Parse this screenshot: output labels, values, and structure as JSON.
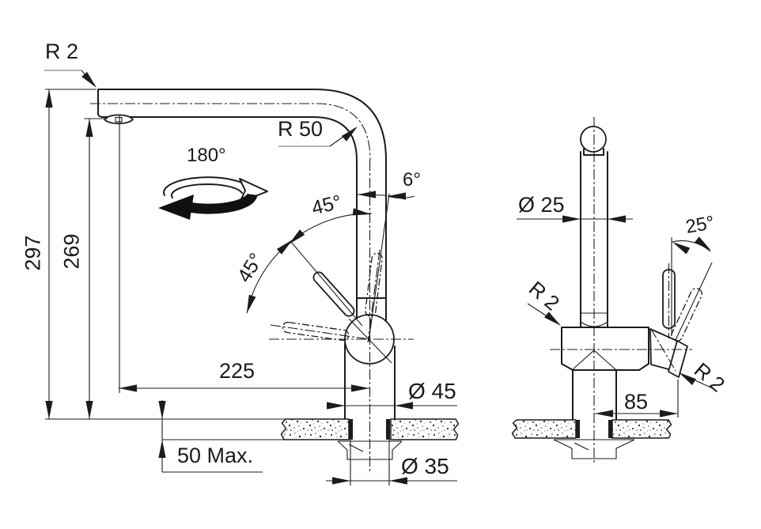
{
  "drawing_title": "faucet-technical-drawing",
  "views": {
    "side": {
      "radius_spout_label": "R 2",
      "radius_bend_label": "R 50",
      "rotation_label": "180°",
      "swivel_upper_label": "45°",
      "swivel_lower_label": "45°",
      "tilt_label": "6°",
      "total_height_label": "297",
      "spout_height_label": "269",
      "reach_label": "225",
      "base_diameter_label": "Ø 45",
      "hole_diameter_label": "Ø 35",
      "counter_thickness_label": "50 Max."
    },
    "front": {
      "pipe_diameter_label": "Ø 25",
      "lever_angle_label": "25°",
      "radius_left_label": "R 2",
      "radius_right_label": "R 2",
      "lever_offset_label": "85"
    },
    "colors": {
      "line": "#1c1c1c",
      "leader_shelf": "#999999",
      "background": "#ffffff"
    }
  }
}
